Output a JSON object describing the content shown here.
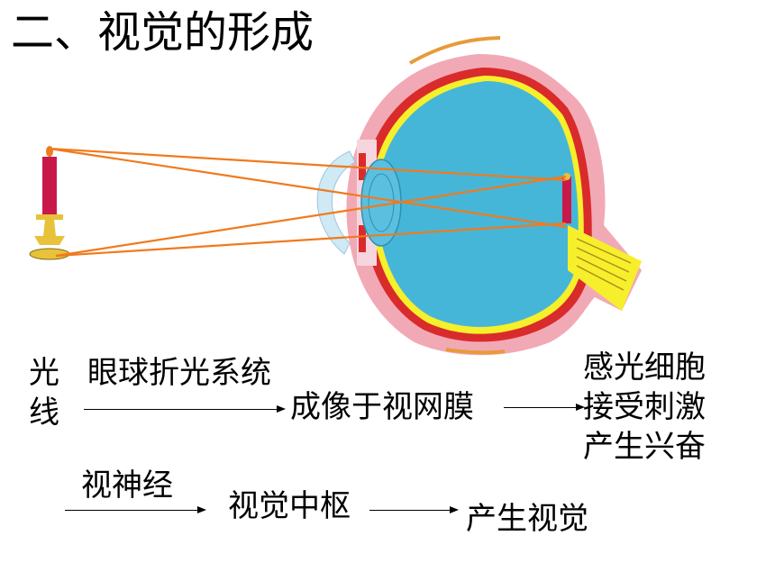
{
  "title": "二、视觉的形成",
  "flow": {
    "row1": {
      "light_chars": [
        "光",
        "线"
      ],
      "step1_label": "眼球折光系统",
      "step1_result": "成像于视网膜",
      "step2_lines": [
        "感光细胞",
        "接受刺激",
        "产生兴奋"
      ]
    },
    "row2": {
      "step3_label": "视神经",
      "step3_result": "视觉中枢",
      "final_result": "产生视觉"
    }
  },
  "colors": {
    "light_ray": "#f07a1e",
    "eye_fluid": "#46b6d8",
    "eye_wall_outer": "#f2a9b6",
    "eye_wall_red": "#d92b2b",
    "retina_yellow": "#f6ef2c",
    "candle": "#c8194a",
    "candle_stand": "#e7c23a"
  }
}
